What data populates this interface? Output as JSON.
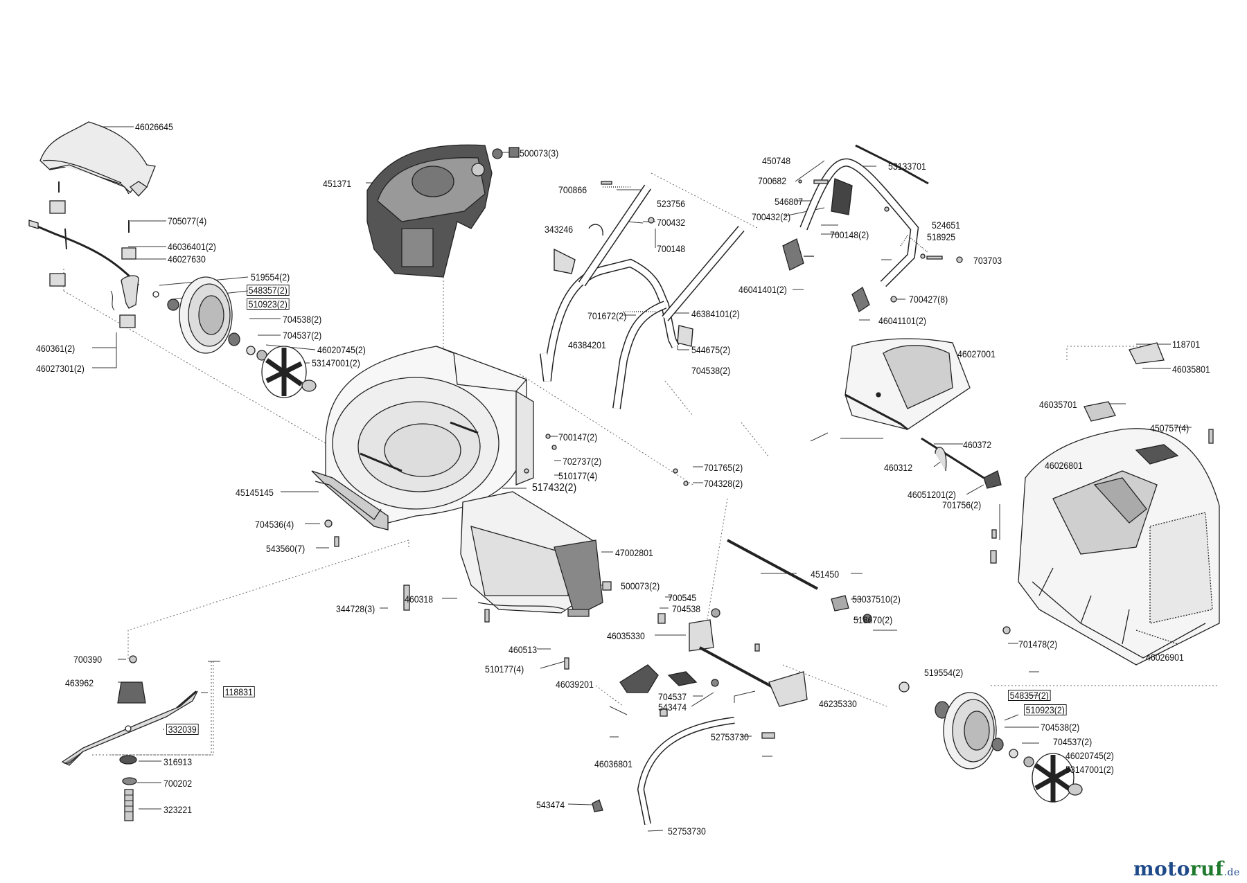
{
  "watermark": {
    "part1": "moto",
    "part2": "ruf",
    "suffix": ".de",
    "color_blue": "#1f4a8a",
    "color_green": "#1f7a2e"
  },
  "labels": [
    {
      "id": "46026645",
      "text": "46026645"
    },
    {
      "id": "705077-4",
      "text": "705077(4)"
    },
    {
      "id": "46036401-2",
      "text": "46036401(2)"
    },
    {
      "id": "46027630",
      "text": "46027630"
    },
    {
      "id": "519554-2-a",
      "text": "519554(2)"
    },
    {
      "id": "548357-2-a",
      "text": "548357(2)",
      "boxed": true
    },
    {
      "id": "510923-2-a",
      "text": "510923(2)",
      "boxed": true
    },
    {
      "id": "704538-2-a",
      "text": "704538(2)"
    },
    {
      "id": "704537-2-a",
      "text": "704537(2)"
    },
    {
      "id": "46020745-2-a",
      "text": "46020745(2)"
    },
    {
      "id": "53147001-2-a",
      "text": "53147001(2)"
    },
    {
      "id": "460361-2",
      "text": "460361(2)"
    },
    {
      "id": "46027301-2",
      "text": "46027301(2)"
    },
    {
      "id": "451371",
      "text": "451371"
    },
    {
      "id": "500073-3",
      "text": "500073(3)"
    },
    {
      "id": "700866",
      "text": "700866"
    },
    {
      "id": "523756",
      "text": "523756"
    },
    {
      "id": "700432",
      "text": "700432"
    },
    {
      "id": "343246",
      "text": "343246"
    },
    {
      "id": "700148",
      "text": "700148"
    },
    {
      "id": "701672-2",
      "text": "701672(2)"
    },
    {
      "id": "46384101-2",
      "text": "46384101(2)"
    },
    {
      "id": "46384201",
      "text": "46384201"
    },
    {
      "id": "544675-2",
      "text": "544675(2)"
    },
    {
      "id": "704538-2-b",
      "text": "704538(2)"
    },
    {
      "id": "450748",
      "text": "450748"
    },
    {
      "id": "53133701",
      "text": "53133701"
    },
    {
      "id": "700682",
      "text": "700682"
    },
    {
      "id": "546807",
      "text": "546807"
    },
    {
      "id": "700432-2",
      "text": "700432(2)"
    },
    {
      "id": "524651",
      "text": "524651"
    },
    {
      "id": "700148-2",
      "text": "700148(2)"
    },
    {
      "id": "518925",
      "text": "518925"
    },
    {
      "id": "703703",
      "text": "703703"
    },
    {
      "id": "46041401-2",
      "text": "46041401(2)"
    },
    {
      "id": "700427-8",
      "text": "700427(8)"
    },
    {
      "id": "46041101-2",
      "text": "46041101(2)"
    },
    {
      "id": "46027001",
      "text": "46027001"
    },
    {
      "id": "118701",
      "text": "118701"
    },
    {
      "id": "46035801",
      "text": "46035801"
    },
    {
      "id": "46035701",
      "text": "46035701"
    },
    {
      "id": "450757-4",
      "text": "450757(4)"
    },
    {
      "id": "46026801",
      "text": "46026801"
    },
    {
      "id": "460372",
      "text": "460372"
    },
    {
      "id": "460312",
      "text": "460312"
    },
    {
      "id": "46051201-2",
      "text": "46051201(2)"
    },
    {
      "id": "701756-2",
      "text": "701756(2)"
    },
    {
      "id": "701478-2",
      "text": "701478(2)"
    },
    {
      "id": "46026901",
      "text": "46026901"
    },
    {
      "id": "700147-2",
      "text": "700147(2)"
    },
    {
      "id": "702737-2",
      "text": "702737(2)"
    },
    {
      "id": "510177-4-a",
      "text": "510177(4)"
    },
    {
      "id": "701765-2",
      "text": "701765(2)"
    },
    {
      "id": "704328-2",
      "text": "704328(2)"
    },
    {
      "id": "517432-2",
      "text": "517432(2)",
      "big": true
    },
    {
      "id": "45145145",
      "text": "45145145"
    },
    {
      "id": "704536-4",
      "text": "704536(4)"
    },
    {
      "id": "543560-7",
      "text": "543560(7)"
    },
    {
      "id": "47002801",
      "text": "47002801"
    },
    {
      "id": "500073-2",
      "text": "500073(2)"
    },
    {
      "id": "700545",
      "text": "700545"
    },
    {
      "id": "704538",
      "text": "704538"
    },
    {
      "id": "460318",
      "text": "460318"
    },
    {
      "id": "344728-3",
      "text": "344728(3)"
    },
    {
      "id": "451450",
      "text": "451450"
    },
    {
      "id": "53037510-2",
      "text": "53037510(2)"
    },
    {
      "id": "518670-2",
      "text": "518670(2)"
    },
    {
      "id": "46035330",
      "text": "46035330"
    },
    {
      "id": "460513",
      "text": "460513"
    },
    {
      "id": "510177-4-b",
      "text": "510177(4)"
    },
    {
      "id": "46039201",
      "text": "46039201"
    },
    {
      "id": "704537",
      "text": "704537"
    },
    {
      "id": "543474-a",
      "text": "543474"
    },
    {
      "id": "46235330",
      "text": "46235330"
    },
    {
      "id": "52753730-a",
      "text": "52753730"
    },
    {
      "id": "46036801",
      "text": "46036801"
    },
    {
      "id": "543474-b",
      "text": "543474"
    },
    {
      "id": "52753730-b",
      "text": "52753730"
    },
    {
      "id": "519554-2-b",
      "text": "519554(2)"
    },
    {
      "id": "548357-2-b",
      "text": "548357(2)",
      "boxed": true
    },
    {
      "id": "510923-2-b",
      "text": "510923(2)",
      "boxed": true
    },
    {
      "id": "704538-2-c",
      "text": "704538(2)"
    },
    {
      "id": "704537-2-b",
      "text": "704537(2)"
    },
    {
      "id": "46020745-2-b",
      "text": "46020745(2)"
    },
    {
      "id": "53147001-2-b",
      "text": "53147001(2)"
    },
    {
      "id": "700390",
      "text": "700390"
    },
    {
      "id": "463962",
      "text": "463962"
    },
    {
      "id": "118831",
      "text": "118831",
      "boxed": true
    },
    {
      "id": "332039",
      "text": "332039",
      "boxed": true
    },
    {
      "id": "316913",
      "text": "316913"
    },
    {
      "id": "700202",
      "text": "700202"
    },
    {
      "id": "323221",
      "text": "323221"
    }
  ]
}
